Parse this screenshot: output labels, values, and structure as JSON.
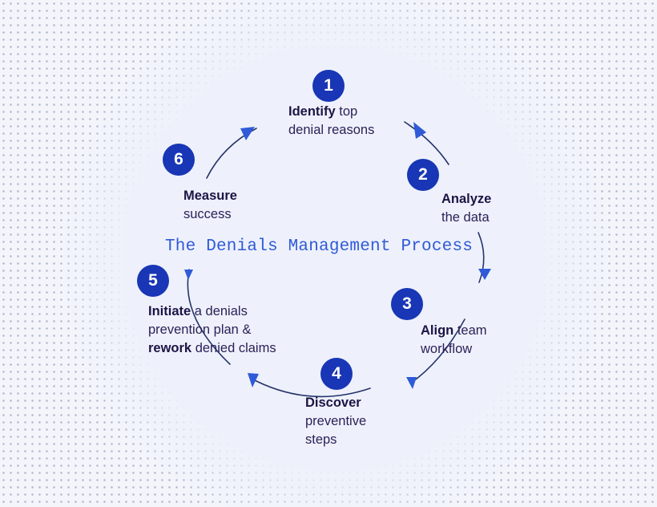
{
  "title": "The Denials Management Process",
  "colors": {
    "accent": "#1836b5",
    "title": "#2f5ad8",
    "text": "#2b2158",
    "ring": "#27346b"
  },
  "steps": [
    {
      "number": "1",
      "bold": "Identify",
      "line1_rest": " top",
      "line2": "denial reasons"
    },
    {
      "number": "2",
      "bold": "Analyze",
      "line2": "the data"
    },
    {
      "number": "3",
      "bold": "Align",
      "line1_rest": " team",
      "line2": "workflow"
    },
    {
      "number": "4",
      "bold": "Discover",
      "line2": "preventive",
      "line3": "steps"
    },
    {
      "number": "5",
      "bold": "Initiate",
      "line1_rest": " a denials",
      "line2": "prevention plan &",
      "line3_bold": "rework",
      "line3_rest": " denied claims"
    },
    {
      "number": "6",
      "bold": "Measure",
      "line2": "success"
    }
  ]
}
